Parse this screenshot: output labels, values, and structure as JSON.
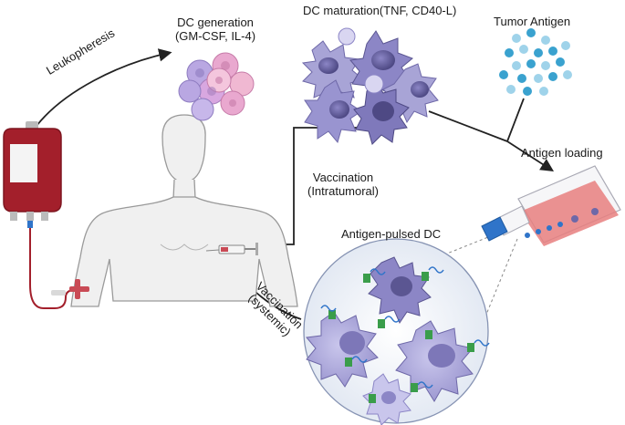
{
  "labels": {
    "leukopheresis": "Leukopheresis",
    "dc_generation": "DC generation",
    "dc_generation_detail": "(GM-CSF, IL-4)",
    "dc_maturation": "DC maturation(TNF, CD40-L)",
    "tumor_antigen": "Tumor Antigen",
    "antigen_loading": "Antigen loading",
    "vaccination_intratumoral_1": "Vaccination",
    "vaccination_intratumoral_2": "(Intratumoral)",
    "antigen_pulsed_dc": "Antigen-pulsed DC",
    "vaccination_systemic_1": "Vaccination",
    "vaccination_systemic_2": "(systemic)"
  },
  "colors": {
    "blood": "#a31f2b",
    "blood_dark": "#7e1620",
    "body_fill": "#f0f0f0",
    "body_stroke": "#9a9a9a",
    "dc_cell": "#a8a4d6",
    "dc_cell_dark": "#6e68a8",
    "nucleus": "#5b5692",
    "progenitor_pink": "#e9a8cf",
    "progenitor_purple": "#b9a7e2",
    "antigen_blue": "#3aa2cf",
    "antigen_light": "#9fd3ea",
    "flask_medium": "#e87f7f",
    "flask_cap": "#2f74c9",
    "arrow": "#222222",
    "antigen_tag_green": "#3a9d4a"
  }
}
